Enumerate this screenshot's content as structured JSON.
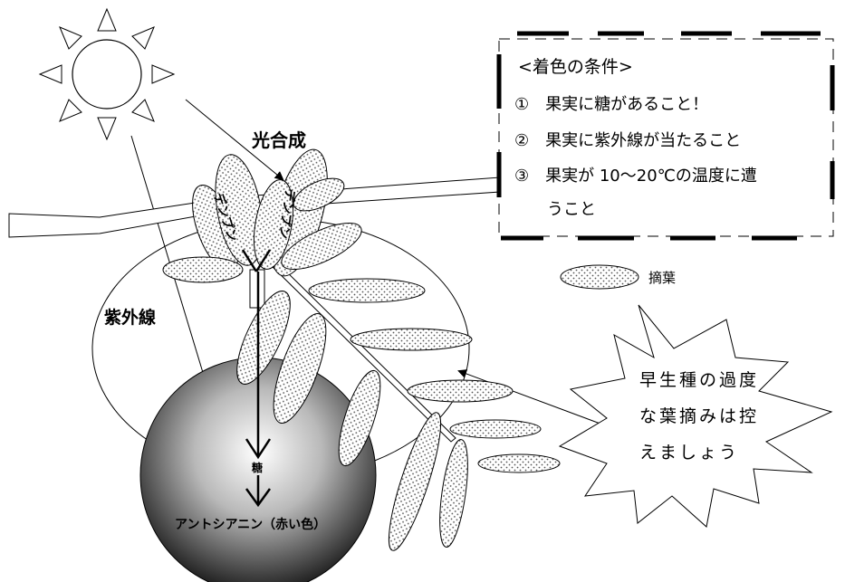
{
  "labels": {
    "photosynthesis": "光合成",
    "ultraviolet": "紫外線",
    "starch": "デンプン",
    "sugar": "糖",
    "anthocyanin": "アントシアニン（赤い色）"
  },
  "conditions": {
    "title": "<着色の条件>",
    "items": [
      "①　果実に糖があること！",
      "②　果実に紫外線が当たること",
      "③　果実が 10～20℃の温度に遭",
      "　　うこと"
    ]
  },
  "legend": {
    "label": "摘葉"
  },
  "warning": {
    "lines": [
      "早生種の過度",
      "な葉摘みは控",
      "えましょう"
    ]
  }
}
